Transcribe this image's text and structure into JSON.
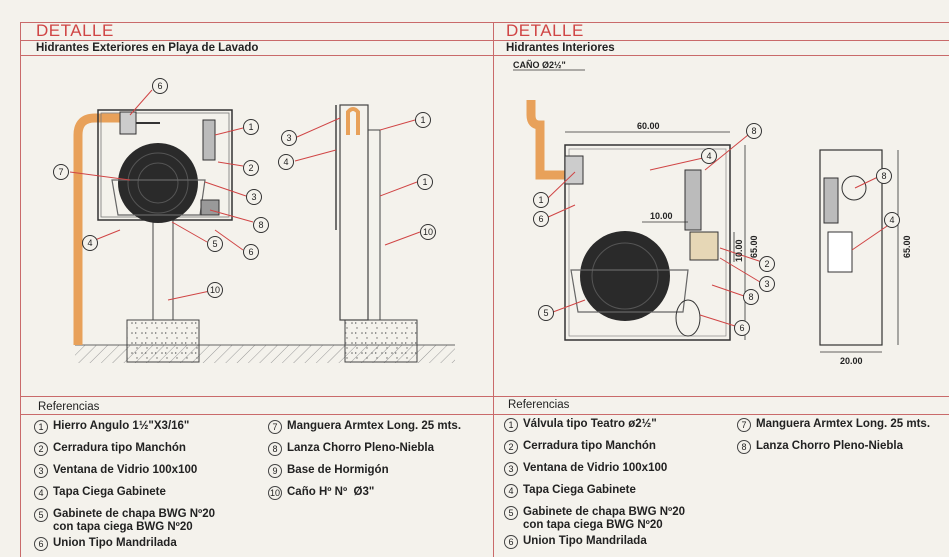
{
  "left": {
    "title": "DETALLE",
    "subtitle": "Hidrantes Exteriores en Playa de Lavado",
    "references_title": "Referencias",
    "refs_col1": [
      {
        "n": "1",
        "text": "Hierro Angulo 1½\"X3/16\""
      },
      {
        "n": "2",
        "text": "Cerradura tipo Manchón"
      },
      {
        "n": "3",
        "text": "Ventana de Vidrio 100x100"
      },
      {
        "n": "4",
        "text": "Tapa Ciega Gabinete"
      },
      {
        "n": "5",
        "text": "Gabinete de chapa BWG Nº20\ncon tapa ciega BWG Nº20"
      },
      {
        "n": "6",
        "text": "Union Tipo Mandrilada"
      }
    ],
    "refs_col2": [
      {
        "n": "7",
        "text": "Manguera Armtex Long. 25 mts."
      },
      {
        "n": "8",
        "text": "Lanza Chorro Pleno-Niebla"
      },
      {
        "n": "9",
        "text": "Base de Hormigón"
      },
      {
        "n": "10",
        "text": "Caño Hº Nº  Ø3\""
      }
    ]
  },
  "right": {
    "title": "DETALLE",
    "subtitle": "Hidrantes Interiores",
    "pipe_label": "CAÑO Ø2½\"",
    "dim_width": "60.00",
    "dim_height": "65.00",
    "dim_small": "10.00",
    "dim_small_v": "10.00",
    "dim_side_height": "65.00",
    "dim_depth": "20.00",
    "references_title": "Referencias",
    "refs_col1": [
      {
        "n": "1",
        "text": "Válvula tipo Teatro ø2½\""
      },
      {
        "n": "2",
        "text": "Cerradura tipo Manchón"
      },
      {
        "n": "3",
        "text": "Ventana de Vidrio 100x100"
      },
      {
        "n": "4",
        "text": "Tapa Ciega Gabinete"
      },
      {
        "n": "5",
        "text": "Gabinete de chapa BWG Nº20\ncon tapa ciega BWG Nº20"
      },
      {
        "n": "6",
        "text": "Union Tipo Mandrilada"
      }
    ],
    "refs_col2": [
      {
        "n": "7",
        "text": "Manguera Armtex Long. 25 mts."
      },
      {
        "n": "8",
        "text": "Lanza Chorro Pleno-Niebla"
      }
    ]
  },
  "callouts_left_front": [
    "6",
    "1",
    "7",
    "2",
    "3",
    "8",
    "4",
    "5",
    "6",
    "10"
  ],
  "callouts_left_side": [
    "3",
    "4",
    "1",
    "1",
    "10"
  ],
  "callouts_right_front": [
    "8",
    "4",
    "1",
    "6",
    "2",
    "3",
    "8",
    "5",
    "6"
  ],
  "callouts_right_side": [
    "8",
    "4"
  ],
  "colors": {
    "accent": "#d04545",
    "pipe": "#e8a15a",
    "line": "#c96a6a"
  }
}
